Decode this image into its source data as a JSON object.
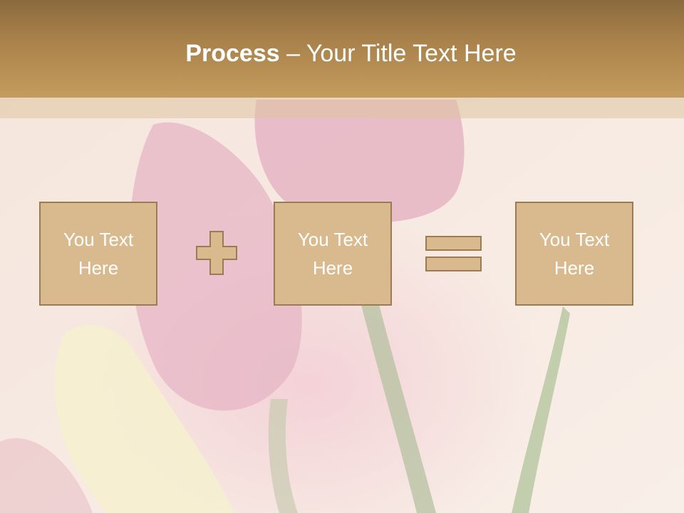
{
  "slide": {
    "title_bold": "Process",
    "title_dash": " – ",
    "title_rest": "Your Title Text Here"
  },
  "process": {
    "box_1": "You Text Here",
    "operator_1": "plus-icon",
    "box_2": "You Text Here",
    "operator_2": "equals-icon",
    "box_3": "You Text Here"
  },
  "colors": {
    "title_bar": "#b08a52",
    "box_fill": "#d9ba8e",
    "box_border": "#9c7a53",
    "text": "#ffffff"
  }
}
